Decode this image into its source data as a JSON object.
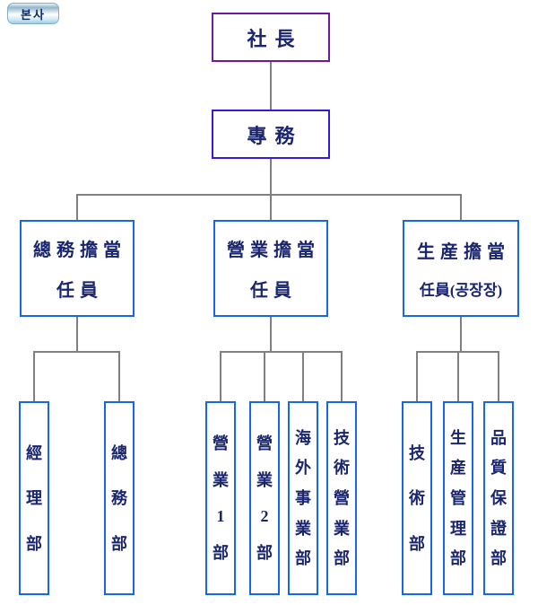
{
  "badge": {
    "label": "본사"
  },
  "org": {
    "president": "社長",
    "executive": "專務",
    "divisions": [
      {
        "line1": "總務擔當",
        "line2": "任員",
        "departments": [
          "經理部",
          "總務部"
        ]
      },
      {
        "line1": "營業擔當",
        "line2": "任員",
        "departments": [
          "營業1部",
          "營業2部",
          "海外事業部",
          "技術營業部"
        ]
      },
      {
        "line1": "生産擔當",
        "line2": "任員(공장장)",
        "departments": [
          "技術部",
          "生産管理部",
          "品質保證部"
        ]
      }
    ]
  },
  "colors": {
    "president_border": "#70189e",
    "executive_border": "#3a18db",
    "division_border": "#1667e8",
    "connector_line": "#808080",
    "text": "#1a2570",
    "badge_border": "#7fb0cc",
    "badge_text": "#0d2a66"
  }
}
